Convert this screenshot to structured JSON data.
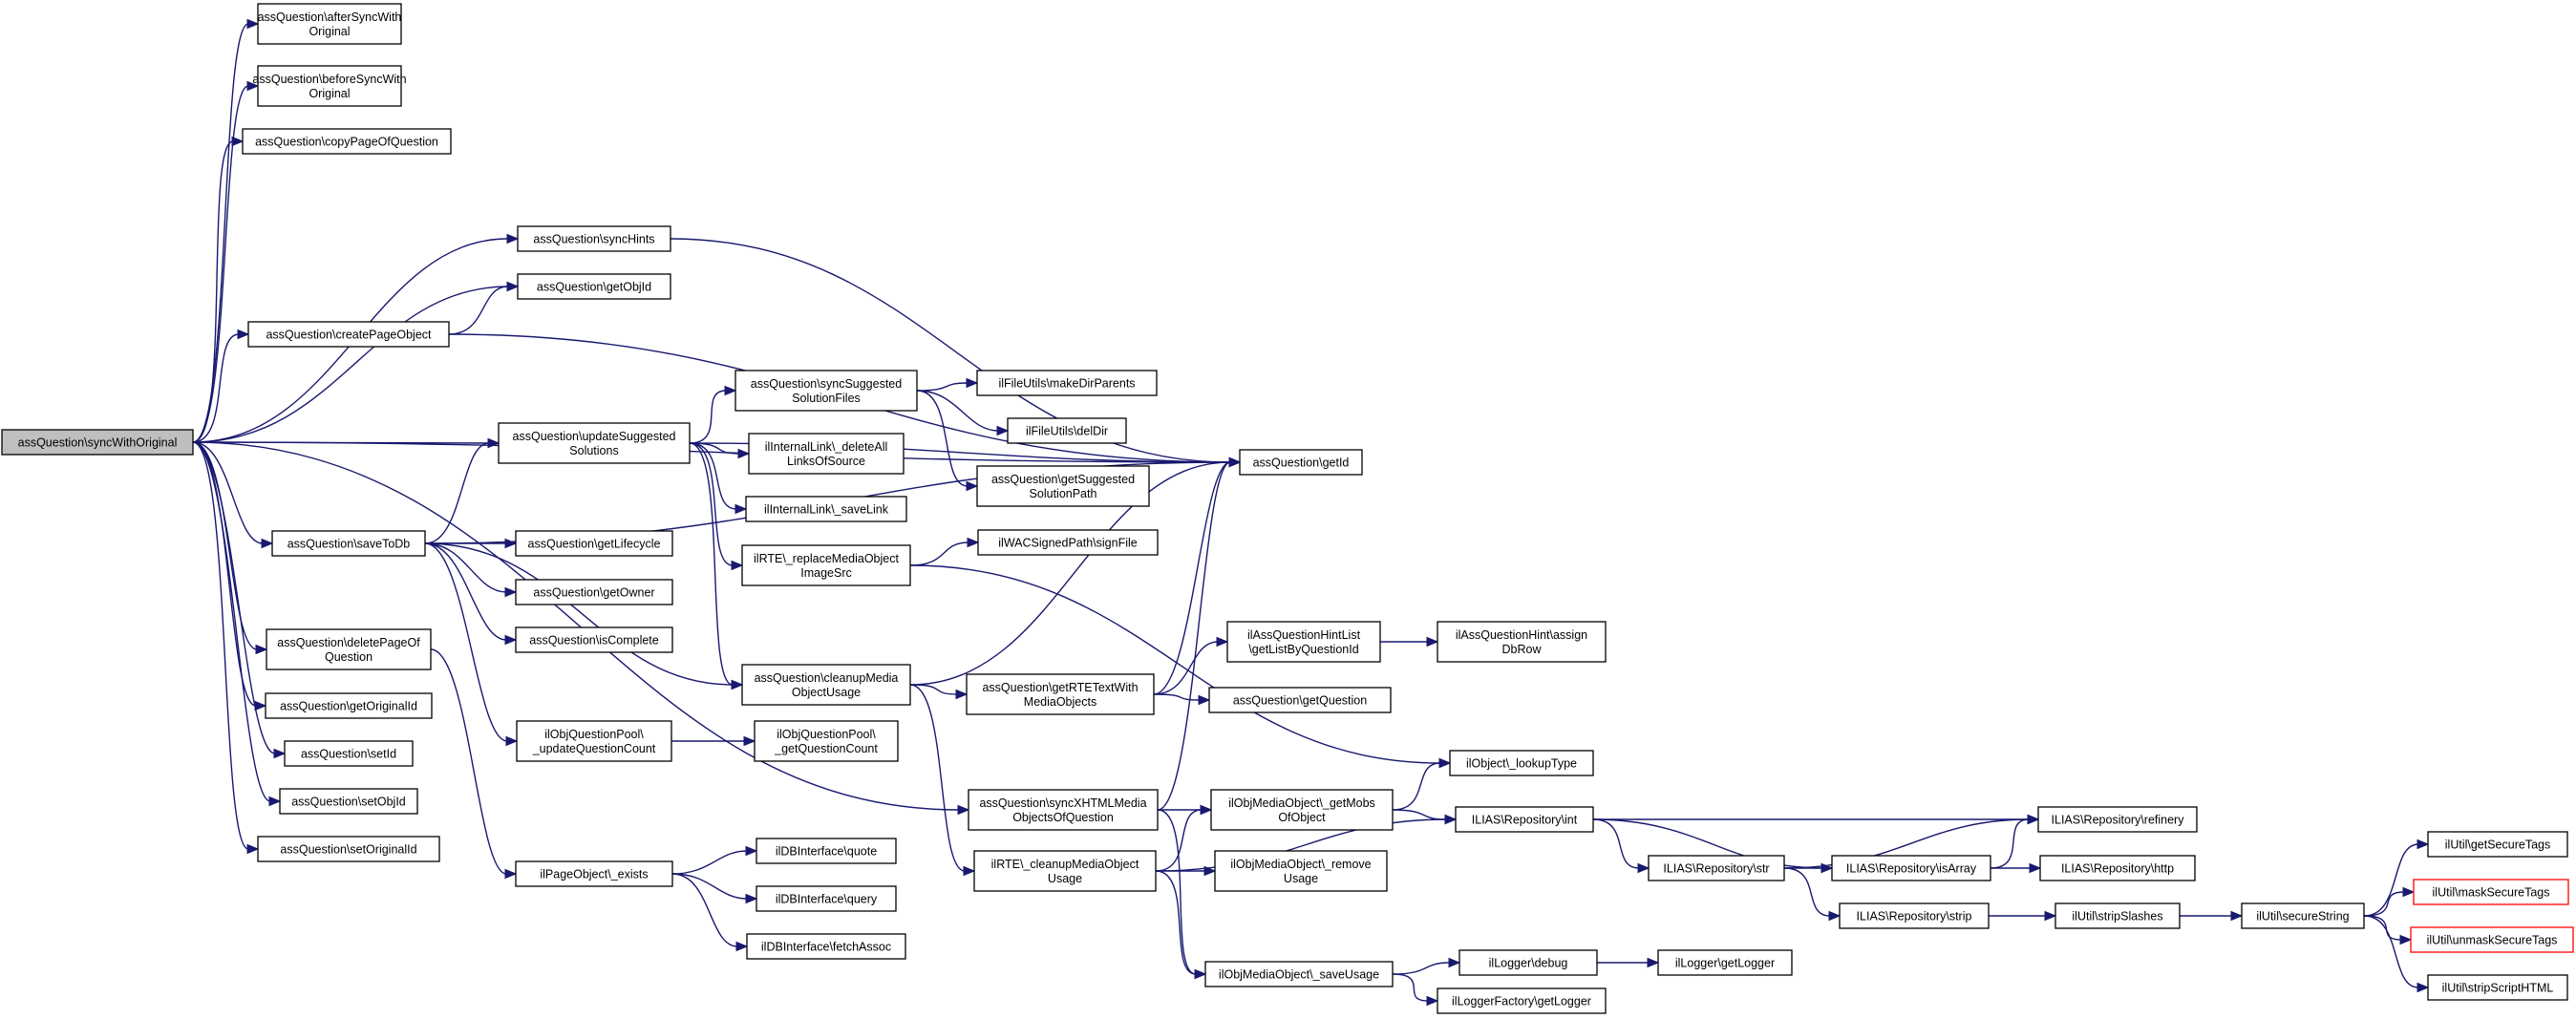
{
  "diagram": {
    "nodes": [
      {
        "id": "root",
        "lines": [
          "assQuestion\\syncWithOriginal"
        ],
        "style": "root"
      },
      {
        "id": "afterSync",
        "lines": [
          "assQuestion\\afterSyncWith",
          "Original"
        ]
      },
      {
        "id": "beforeSync",
        "lines": [
          "assQuestion\\beforeSyncWith",
          "Original"
        ]
      },
      {
        "id": "copyPage",
        "lines": [
          "assQuestion\\copyPageOfQuestion"
        ]
      },
      {
        "id": "syncHints",
        "lines": [
          "assQuestion\\syncHints"
        ]
      },
      {
        "id": "getObjId",
        "lines": [
          "assQuestion\\getObjId"
        ]
      },
      {
        "id": "createPage",
        "lines": [
          "assQuestion\\createPageObject"
        ]
      },
      {
        "id": "updateSugg",
        "lines": [
          "assQuestion\\updateSuggested",
          "Solutions"
        ]
      },
      {
        "id": "saveToDb",
        "lines": [
          "assQuestion\\saveToDb"
        ]
      },
      {
        "id": "deletePage",
        "lines": [
          "assQuestion\\deletePageOf",
          "Question"
        ]
      },
      {
        "id": "getOrigId",
        "lines": [
          "assQuestion\\getOriginalId"
        ]
      },
      {
        "id": "setId",
        "lines": [
          "assQuestion\\setId"
        ]
      },
      {
        "id": "setObjId",
        "lines": [
          "assQuestion\\setObjId"
        ]
      },
      {
        "id": "setOrigId",
        "lines": [
          "assQuestion\\setOriginalId"
        ]
      },
      {
        "id": "getLifecycle",
        "lines": [
          "assQuestion\\getLifecycle"
        ]
      },
      {
        "id": "getOwner",
        "lines": [
          "assQuestion\\getOwner"
        ]
      },
      {
        "id": "isComplete",
        "lines": [
          "assQuestion\\isComplete"
        ]
      },
      {
        "id": "updQCount",
        "lines": [
          "ilObjQuestionPool\\",
          "_updateQuestionCount"
        ]
      },
      {
        "id": "pageExists",
        "lines": [
          "ilPageObject\\_exists"
        ]
      },
      {
        "id": "syncSuggFiles",
        "lines": [
          "assQuestion\\syncSuggested",
          "SolutionFiles"
        ]
      },
      {
        "id": "delAllLinks",
        "lines": [
          "ilInternalLink\\_deleteAll",
          "LinksOfSource"
        ]
      },
      {
        "id": "saveLink",
        "lines": [
          "ilInternalLink\\_saveLink"
        ]
      },
      {
        "id": "replaceMob",
        "lines": [
          "ilRTE\\_replaceMediaObject",
          "ImageSrc"
        ]
      },
      {
        "id": "cleanupMob",
        "lines": [
          "assQuestion\\cleanupMedia",
          "ObjectUsage"
        ]
      },
      {
        "id": "getQCount",
        "lines": [
          "ilObjQuestionPool\\",
          "_getQuestionCount"
        ]
      },
      {
        "id": "quote",
        "lines": [
          "ilDBInterface\\quote"
        ]
      },
      {
        "id": "query",
        "lines": [
          "ilDBInterface\\query"
        ]
      },
      {
        "id": "fetchAssoc",
        "lines": [
          "ilDBInterface\\fetchAssoc"
        ]
      },
      {
        "id": "makeDir",
        "lines": [
          "ilFileUtils\\makeDirParents"
        ]
      },
      {
        "id": "delDir",
        "lines": [
          "ilFileUtils\\delDir"
        ]
      },
      {
        "id": "getSuggPath",
        "lines": [
          "assQuestion\\getSuggested",
          "SolutionPath"
        ]
      },
      {
        "id": "signFile",
        "lines": [
          "ilWACSignedPath\\signFile"
        ]
      },
      {
        "id": "getRTE",
        "lines": [
          "assQuestion\\getRTETextWith",
          "MediaObjects"
        ]
      },
      {
        "id": "syncXHTML",
        "lines": [
          "assQuestion\\syncXHTMLMedia",
          "ObjectsOfQuestion"
        ]
      },
      {
        "id": "rteCleanup",
        "lines": [
          "ilRTE\\_cleanupMediaObject",
          "Usage"
        ]
      },
      {
        "id": "getId",
        "lines": [
          "assQuestion\\getId"
        ]
      },
      {
        "id": "hintList",
        "lines": [
          "ilAssQuestionHintList",
          "\\getListByQuestionId"
        ]
      },
      {
        "id": "getQuestion",
        "lines": [
          "assQuestion\\getQuestion"
        ]
      },
      {
        "id": "getMobs",
        "lines": [
          "ilObjMediaObject\\_getMobs",
          "OfObject"
        ]
      },
      {
        "id": "removeUsage",
        "lines": [
          "ilObjMediaObject\\_remove",
          "Usage"
        ]
      },
      {
        "id": "saveUsage",
        "lines": [
          "ilObjMediaObject\\_saveUsage"
        ]
      },
      {
        "id": "hintAssign",
        "lines": [
          "ilAssQuestionHint\\assign",
          "DbRow"
        ]
      },
      {
        "id": "lookupType",
        "lines": [
          "ilObject\\_lookupType"
        ]
      },
      {
        "id": "repoInt",
        "lines": [
          "ILIAS\\Repository\\int"
        ]
      },
      {
        "id": "debug",
        "lines": [
          "ilLogger\\debug"
        ]
      },
      {
        "id": "factoryLogger",
        "lines": [
          "ilLoggerFactory\\getLogger"
        ]
      },
      {
        "id": "repoStr",
        "lines": [
          "ILIAS\\Repository\\str"
        ]
      },
      {
        "id": "loggerGet",
        "lines": [
          "ilLogger\\getLogger"
        ]
      },
      {
        "id": "refinery",
        "lines": [
          "ILIAS\\Repository\\refinery"
        ]
      },
      {
        "id": "isArray",
        "lines": [
          "ILIAS\\Repository\\isArray"
        ]
      },
      {
        "id": "strip",
        "lines": [
          "ILIAS\\Repository\\strip"
        ]
      },
      {
        "id": "http",
        "lines": [
          "ILIAS\\Repository\\http"
        ]
      },
      {
        "id": "stripSlashes",
        "lines": [
          "ilUtil\\stripSlashes"
        ]
      },
      {
        "id": "secureString",
        "lines": [
          "ilUtil\\secureString"
        ]
      },
      {
        "id": "getSecureTags",
        "lines": [
          "ilUtil\\getSecureTags"
        ]
      },
      {
        "id": "maskSecure",
        "lines": [
          "ilUtil\\maskSecureTags"
        ],
        "style": "red"
      },
      {
        "id": "unmaskSecure",
        "lines": [
          "ilUtil\\unmaskSecureTags"
        ],
        "style": "red"
      },
      {
        "id": "stripScript",
        "lines": [
          "ilUtil\\stripScriptHTML"
        ]
      }
    ],
    "edges": [
      [
        "root",
        "afterSync"
      ],
      [
        "root",
        "beforeSync"
      ],
      [
        "root",
        "copyPage"
      ],
      [
        "root",
        "syncHints"
      ],
      [
        "root",
        "getObjId"
      ],
      [
        "root",
        "createPage"
      ],
      [
        "root",
        "updateSugg"
      ],
      [
        "root",
        "saveToDb"
      ],
      [
        "root",
        "deletePage"
      ],
      [
        "root",
        "getOrigId"
      ],
      [
        "root",
        "setId"
      ],
      [
        "root",
        "setObjId"
      ],
      [
        "root",
        "setOrigId"
      ],
      [
        "root",
        "getId"
      ],
      [
        "root",
        "syncXHTML"
      ],
      [
        "syncHints",
        "getId"
      ],
      [
        "createPage",
        "getObjId"
      ],
      [
        "createPage",
        "getId"
      ],
      [
        "updateSugg",
        "syncSuggFiles"
      ],
      [
        "updateSugg",
        "delAllLinks"
      ],
      [
        "updateSugg",
        "saveLink"
      ],
      [
        "updateSugg",
        "replaceMob"
      ],
      [
        "updateSugg",
        "cleanupMob"
      ],
      [
        "updateSugg",
        "getId"
      ],
      [
        "saveToDb",
        "updateSugg"
      ],
      [
        "saveToDb",
        "getLifecycle"
      ],
      [
        "saveToDb",
        "getOwner"
      ],
      [
        "saveToDb",
        "isComplete"
      ],
      [
        "saveToDb",
        "cleanupMob"
      ],
      [
        "saveToDb",
        "updQCount"
      ],
      [
        "saveToDb",
        "getId"
      ],
      [
        "deletePage",
        "pageExists"
      ],
      [
        "updQCount",
        "getQCount"
      ],
      [
        "pageExists",
        "quote"
      ],
      [
        "pageExists",
        "query"
      ],
      [
        "pageExists",
        "fetchAssoc"
      ],
      [
        "syncSuggFiles",
        "makeDir"
      ],
      [
        "syncSuggFiles",
        "delDir"
      ],
      [
        "syncSuggFiles",
        "getSuggPath"
      ],
      [
        "replaceMob",
        "signFile"
      ],
      [
        "replaceMob",
        "lookupType"
      ],
      [
        "cleanupMob",
        "getRTE"
      ],
      [
        "cleanupMob",
        "getId"
      ],
      [
        "cleanupMob",
        "rteCleanup"
      ],
      [
        "getRTE",
        "hintList"
      ],
      [
        "getRTE",
        "getQuestion"
      ],
      [
        "getRTE",
        "getId"
      ],
      [
        "syncXHTML",
        "getMobs"
      ],
      [
        "syncXHTML",
        "saveUsage"
      ],
      [
        "syncXHTML",
        "getId"
      ],
      [
        "rteCleanup",
        "getMobs"
      ],
      [
        "rteCleanup",
        "removeUsage"
      ],
      [
        "rteCleanup",
        "saveUsage"
      ],
      [
        "rteCleanup",
        "repoInt"
      ],
      [
        "hintList",
        "hintAssign"
      ],
      [
        "getMobs",
        "lookupType"
      ],
      [
        "getMobs",
        "repoInt"
      ],
      [
        "saveUsage",
        "debug"
      ],
      [
        "saveUsage",
        "factoryLogger"
      ],
      [
        "debug",
        "loggerGet"
      ],
      [
        "repoInt",
        "refinery"
      ],
      [
        "repoInt",
        "repoStr"
      ],
      [
        "repoInt",
        "isArray"
      ],
      [
        "repoStr",
        "refinery"
      ],
      [
        "repoStr",
        "isArray"
      ],
      [
        "repoStr",
        "strip"
      ],
      [
        "isArray",
        "refinery"
      ],
      [
        "isArray",
        "http"
      ],
      [
        "strip",
        "stripSlashes"
      ],
      [
        "stripSlashes",
        "secureString"
      ],
      [
        "secureString",
        "getSecureTags"
      ],
      [
        "secureString",
        "maskSecure"
      ],
      [
        "secureString",
        "unmaskSecure"
      ],
      [
        "secureString",
        "stripScript"
      ]
    ]
  }
}
